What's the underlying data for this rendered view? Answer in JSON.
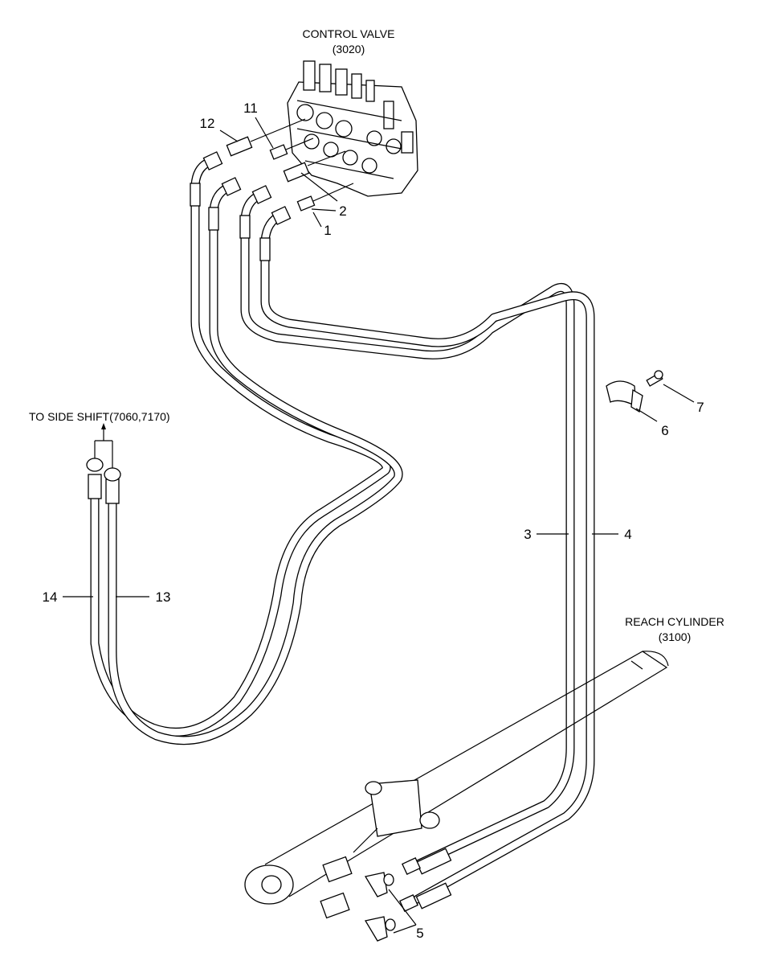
{
  "components": {
    "control_valve": {
      "name": "CONTROL VALVE",
      "code": "(3020)"
    },
    "reach_cylinder": {
      "name": "REACH CYLINDER",
      "code": "(3100)"
    },
    "side_shift": {
      "label": "TO SIDE SHIFT(7060,7170)"
    }
  },
  "callouts": {
    "c1": "1",
    "c2": "2",
    "c3": "3",
    "c4": "4",
    "c5": "5",
    "c6": "6",
    "c7": "7",
    "c11": "11",
    "c12": "12",
    "c13": "13",
    "c14": "14"
  }
}
